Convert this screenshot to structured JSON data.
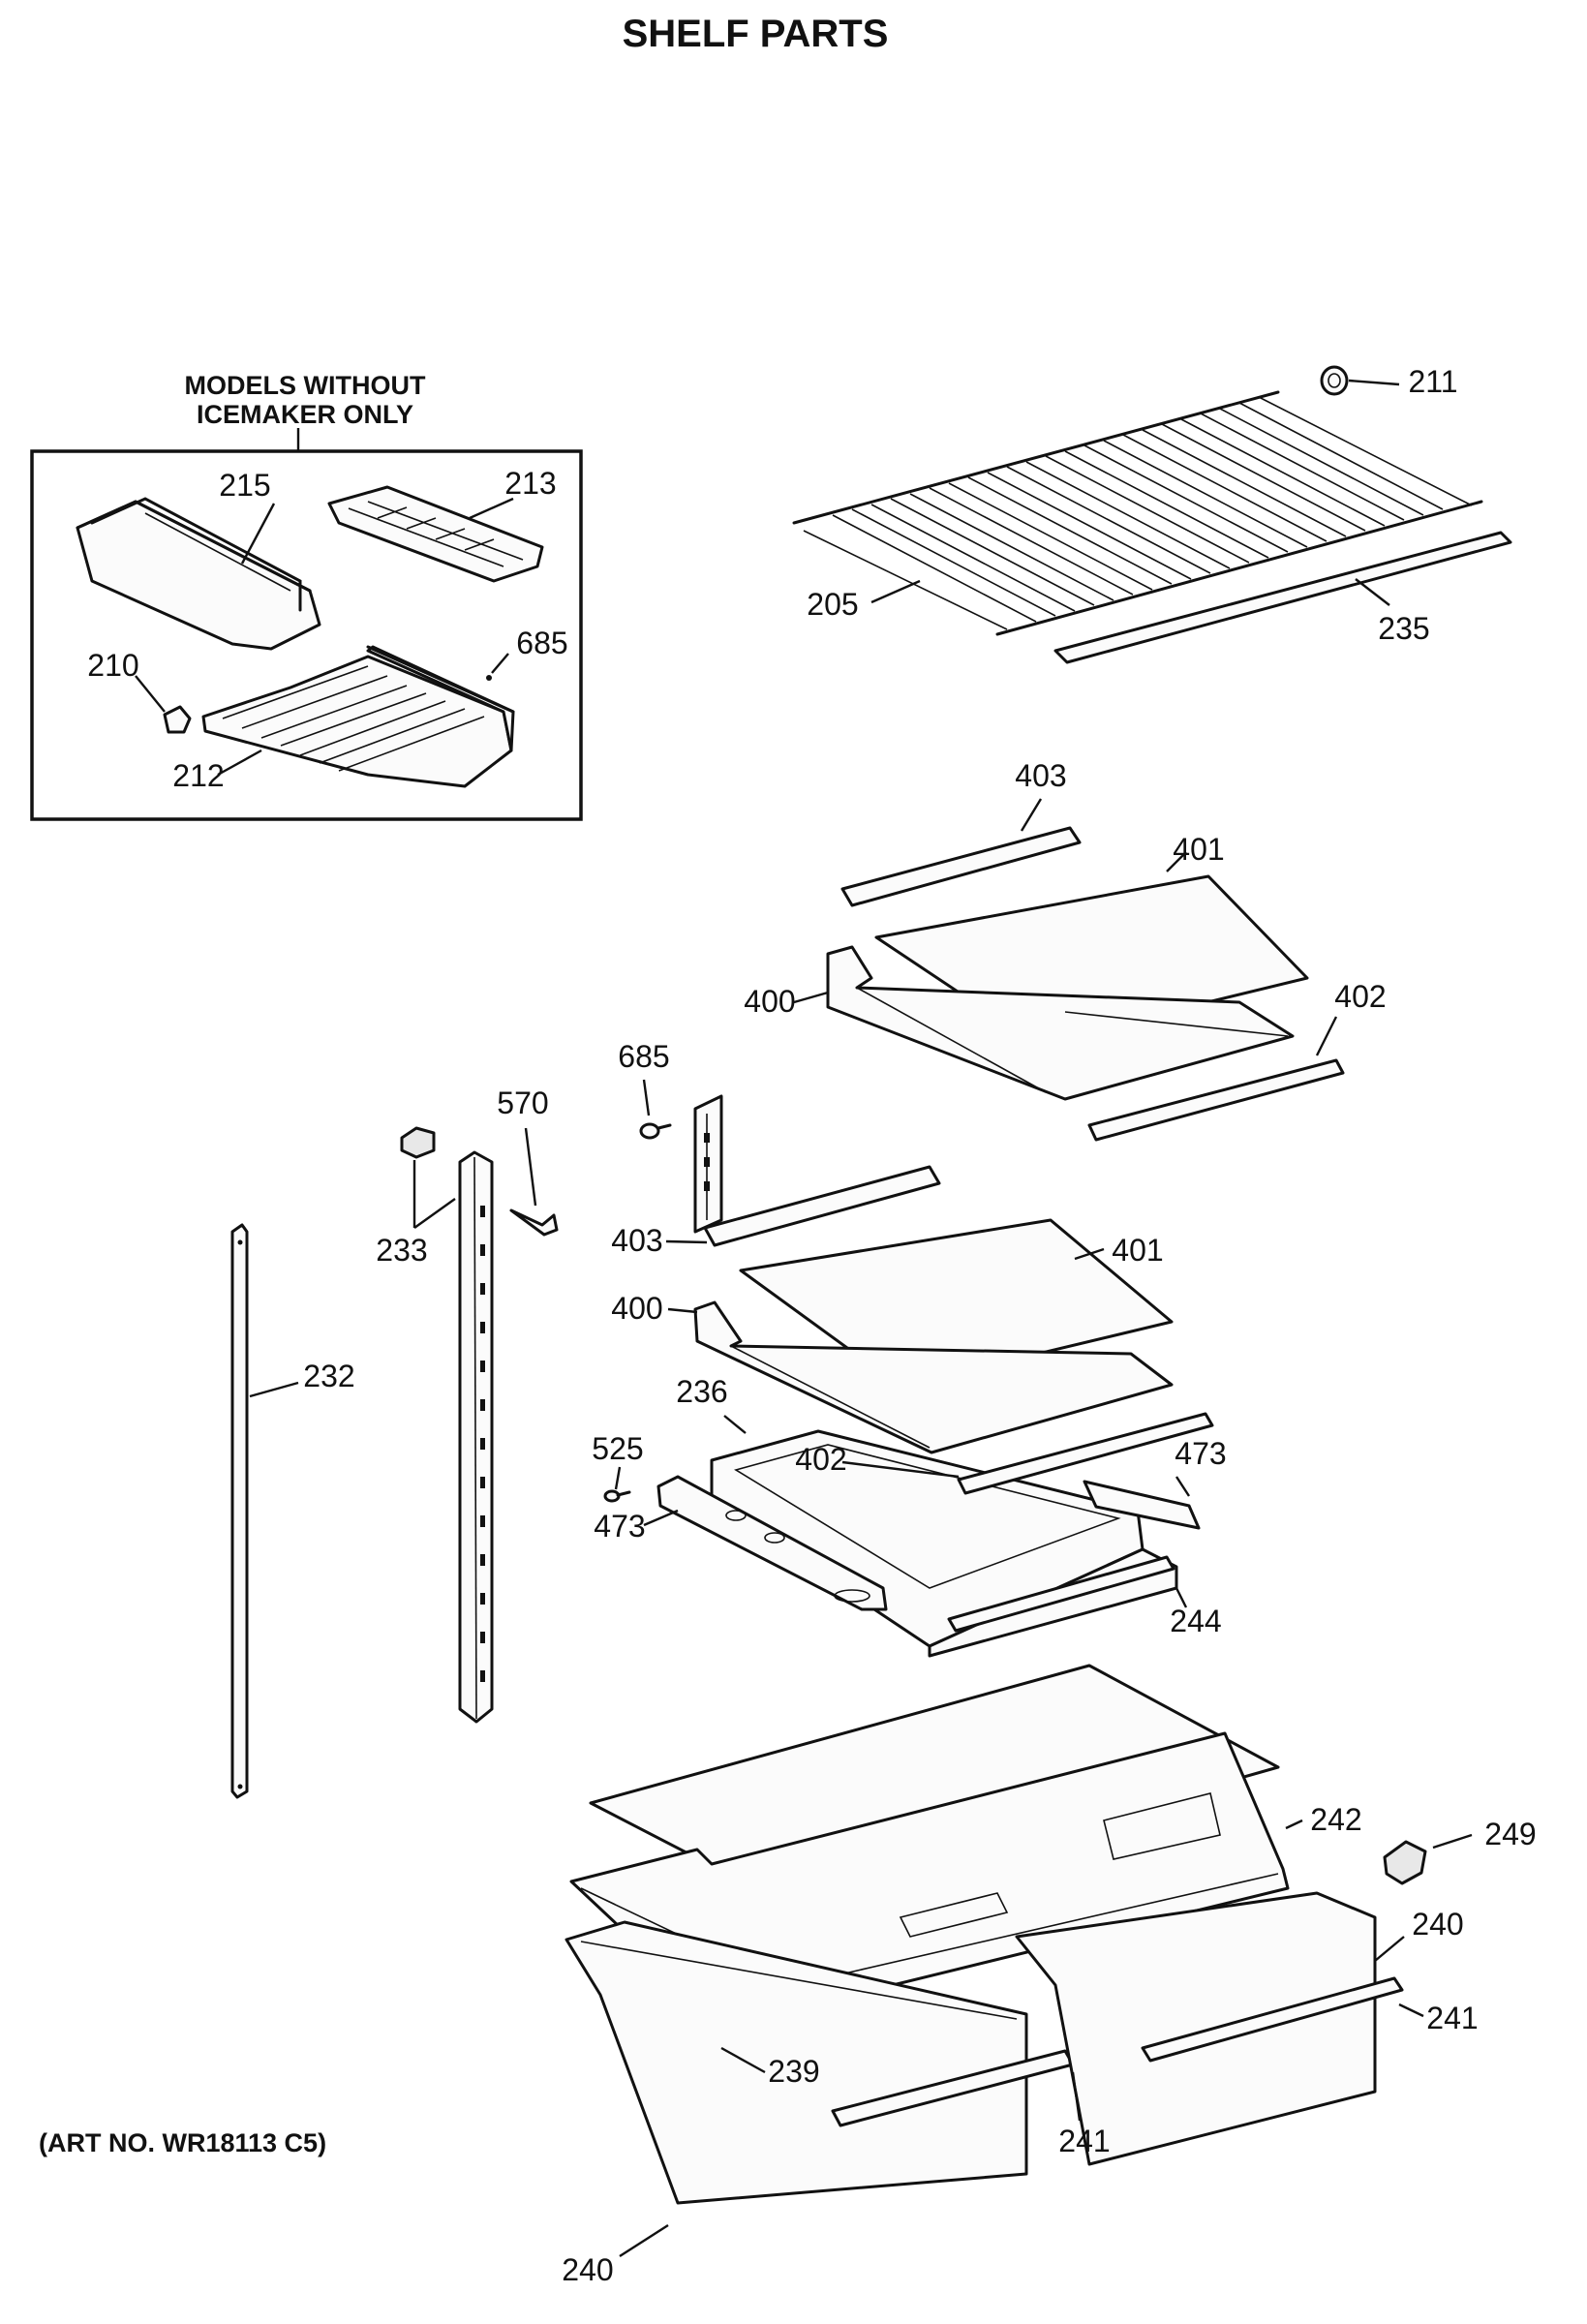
{
  "title": "SHELF PARTS",
  "inset_box": {
    "heading_line1": "MODELS WITHOUT",
    "heading_line2": "ICEMAKER ONLY"
  },
  "art_number": "(ART NO. WR18113 C5)",
  "part_labels": {
    "p211": "211",
    "p205": "205",
    "p235": "235",
    "p215": "215",
    "p213": "213",
    "p210": "210",
    "p685a": "685",
    "p212": "212",
    "p403a": "403",
    "p401a": "401",
    "p400a": "400",
    "p402a": "402",
    "p685b": "685",
    "p570": "570",
    "p233": "233",
    "p403b": "403",
    "p401b": "401",
    "p400b": "400",
    "p232": "232",
    "p236": "236",
    "p525": "525",
    "p402b": "402",
    "p473a": "473",
    "p473b": "473",
    "p244": "244",
    "p242": "242",
    "p249": "249",
    "p240a": "240",
    "p241a": "241",
    "p239": "239",
    "p241b": "241",
    "p240b": "240"
  }
}
